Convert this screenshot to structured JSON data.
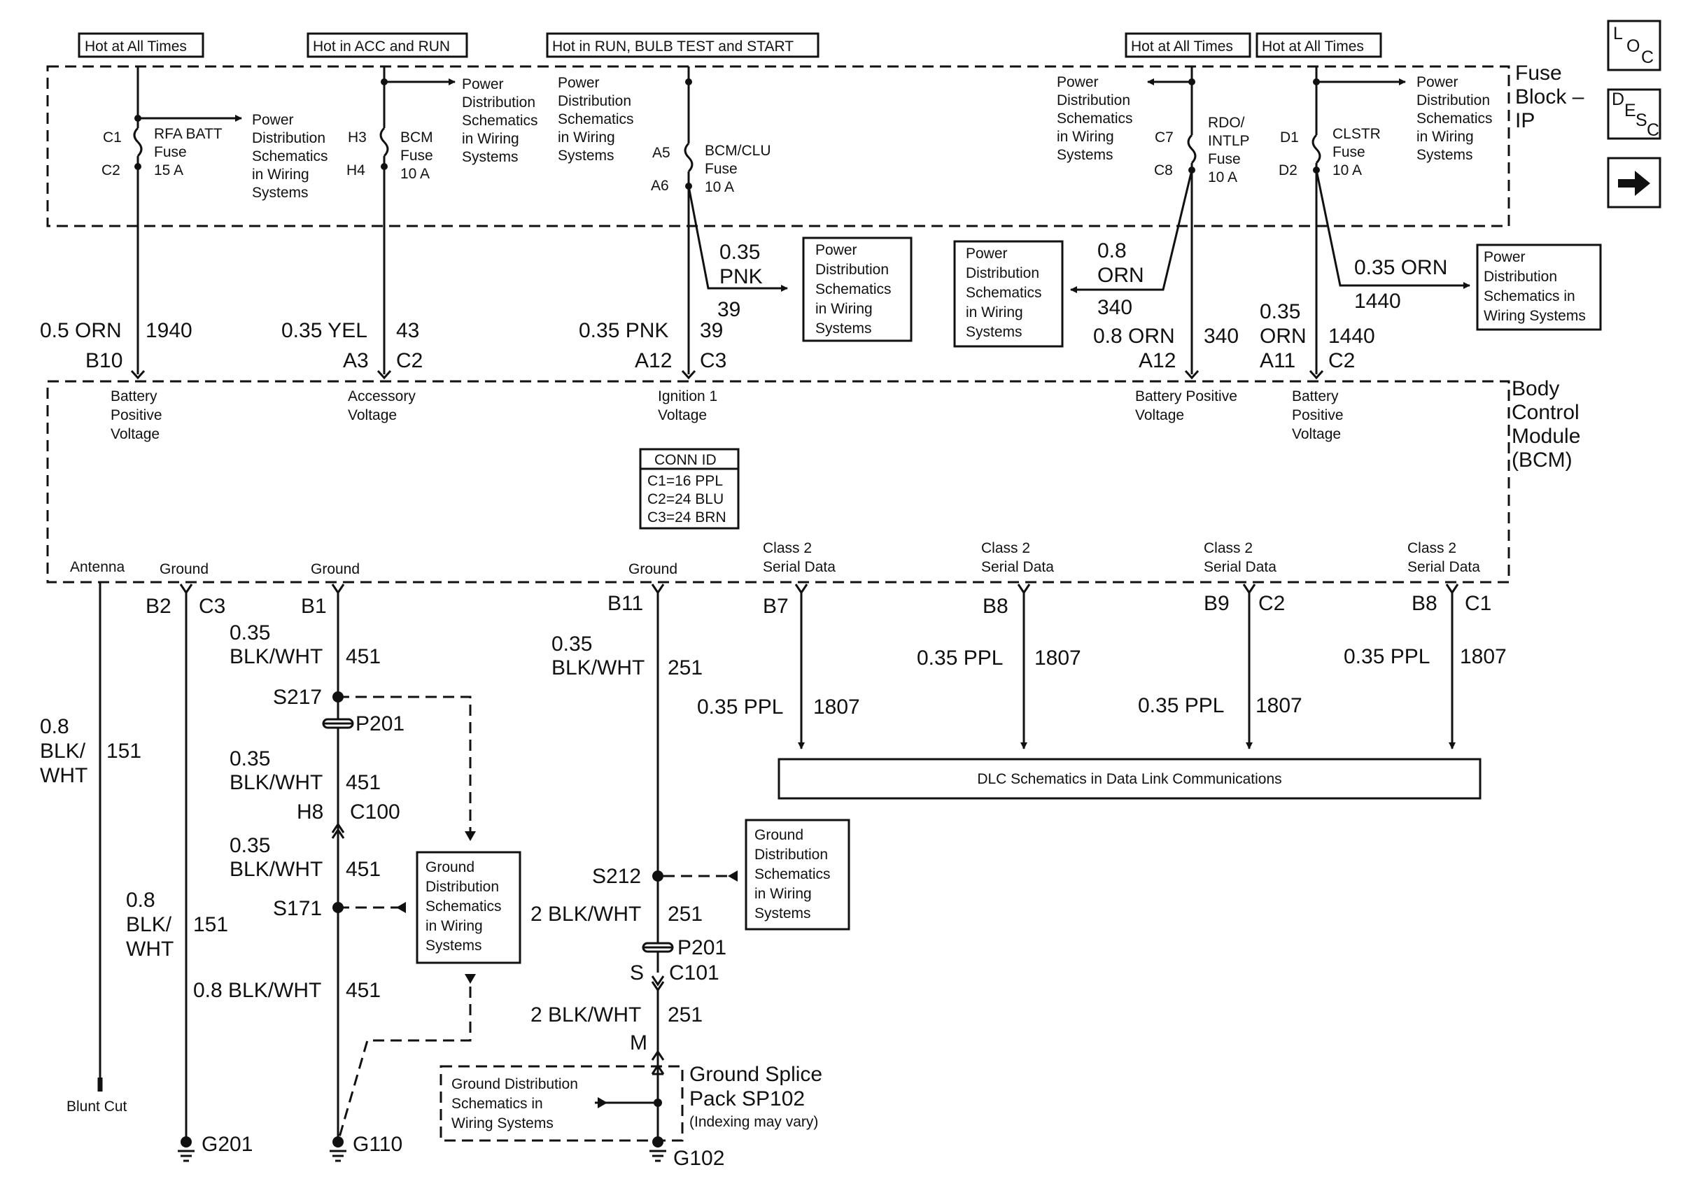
{
  "hot_labels": [
    "Hot at All Times",
    "Hot in ACC and RUN",
    "Hot in RUN, BULB TEST and START",
    "Hot at All Times",
    "Hot at All Times"
  ],
  "fuse_block_label": [
    "Fuse",
    "Block –",
    "IP"
  ],
  "bcm_label": [
    "Body",
    "Control",
    "Module",
    "(BCM)"
  ],
  "side_icons": {
    "loc": [
      "L",
      "O",
      "C"
    ],
    "desc": [
      "D",
      "E",
      "S",
      "C"
    ],
    "arrow": "right-arrow-icon"
  },
  "fuses": [
    {
      "pins": [
        "C1",
        "C2"
      ],
      "name": [
        "RFA BATT",
        "Fuse",
        "15 A"
      ]
    },
    {
      "pins": [
        "H3",
        "H4"
      ],
      "name": [
        "BCM",
        "Fuse",
        "10 A"
      ]
    },
    {
      "pins": [
        "A5",
        "A6"
      ],
      "name": [
        "BCM/CLU",
        "Fuse",
        "10 A"
      ]
    },
    {
      "pins": [
        "C7",
        "C8"
      ],
      "name": [
        "RDO/",
        "INTLP",
        "Fuse",
        "10 A"
      ]
    },
    {
      "pins": [
        "D1",
        "D2"
      ],
      "name": [
        "CLSTR",
        "Fuse",
        "10 A"
      ]
    }
  ],
  "power_dist_lines": [
    "Power",
    "Distribution",
    "Schematics",
    "in Wiring",
    "Systems"
  ],
  "power_dist_box_right": [
    "Power",
    "Distribution",
    "Schematics in",
    "Wiring Systems"
  ],
  "upper_wires": [
    {
      "gauge": "0.5 ORN",
      "circuit": "1940",
      "pin": "B10",
      "conn": ""
    },
    {
      "gauge": "0.35 YEL",
      "circuit": "43",
      "pin": "A3",
      "conn": "C2"
    },
    {
      "gauge": "0.35 PNK",
      "circuit": "39",
      "pin": "A12",
      "conn": "C3"
    },
    {
      "gauge": "0.8 ORN",
      "circuit": "340",
      "pin": "A12",
      "conn": ""
    },
    {
      "gauge": [
        "0.35",
        "ORN"
      ],
      "circuit": "1440",
      "pin": "A11",
      "conn": "C2"
    }
  ],
  "branch_wires": [
    {
      "gauge": [
        "0.35",
        "PNK"
      ],
      "circuit": "39"
    },
    {
      "gauge": [
        "0.8",
        "ORN"
      ],
      "circuit": "340"
    },
    {
      "gauge": "0.35 ORN",
      "circuit": "1440"
    }
  ],
  "bcm_inputs": [
    [
      "Battery",
      "Positive",
      "Voltage"
    ],
    [
      "Accessory",
      "Voltage"
    ],
    [
      "Ignition 1",
      "Voltage"
    ],
    [
      "Battery Positive",
      "Voltage"
    ],
    [
      "Battery",
      "Positive",
      "Voltage"
    ]
  ],
  "conn_id": {
    "title": "CONN ID",
    "rows": [
      "C1=16 PPL",
      "C2=24 BLU",
      "C3=24 BRN"
    ]
  },
  "bcm_outputs": [
    "Antenna",
    "Ground",
    "Ground",
    "Ground",
    [
      "Class 2",
      "Serial Data"
    ],
    [
      "Class 2",
      "Serial Data"
    ],
    [
      "Class 2",
      "Serial Data"
    ],
    [
      "Class 2",
      "Serial Data"
    ]
  ],
  "lower_pins": {
    "antenna": "",
    "g201": {
      "pin": "B2",
      "conn": "C3"
    },
    "g110": {
      "pin": "B1"
    },
    "g102": {
      "pin": "B11"
    },
    "data1": {
      "pin": "B7"
    },
    "data2": {
      "pin": "B8"
    },
    "data3": {
      "pin": "B9",
      "conn": "C2"
    },
    "data4": {
      "pin": "B8",
      "conn": "C1"
    }
  },
  "antenna_wire": {
    "gauge": [
      "0.8",
      "BLK/",
      "WHT"
    ],
    "circuit": "151",
    "end": "Blunt Cut"
  },
  "g201_wire": {
    "gauge": [
      "0.8",
      "BLK/",
      "WHT"
    ],
    "circuit": "151",
    "ground": "G201"
  },
  "g110_path": {
    "w1": {
      "gauge": [
        "0.35",
        "BLK/WHT"
      ],
      "circuit": "451"
    },
    "splice1": "S217",
    "inline1": "P201",
    "w2": {
      "gauge": [
        "0.35",
        "BLK/WHT"
      ],
      "circuit": "451"
    },
    "conn_pin": "H8",
    "conn": "C100",
    "w3": {
      "gauge": [
        "0.35",
        "BLK/WHT"
      ],
      "circuit": "451"
    },
    "splice2": "S171",
    "w4": {
      "gauge": "0.8 BLK/WHT",
      "circuit": "451"
    },
    "ground": "G110"
  },
  "ground_dist_box": [
    "Ground",
    "Distribution",
    "Schematics",
    "in Wiring",
    "Systems"
  ],
  "g102_path": {
    "w1": {
      "gauge": [
        "0.35",
        "BLK/WHT"
      ],
      "circuit": "251"
    },
    "splice": "S212",
    "w2": {
      "gauge": "2 BLK/WHT",
      "circuit": "251"
    },
    "inline": "P201",
    "conn_pin": "S",
    "conn": "C101",
    "w3": {
      "gauge": "2 BLK/WHT",
      "circuit": "251"
    },
    "pin_m": "M",
    "ground": "G102"
  },
  "ground_splice_pack": {
    "title": [
      "Ground Splice",
      "Pack SP102"
    ],
    "note": "(Indexing may vary)",
    "box": [
      "Ground Distribution",
      "Schematics in",
      "Wiring Systems"
    ]
  },
  "data_wires": [
    {
      "gauge": "0.35 PPL",
      "circuit": "1807"
    },
    {
      "gauge": "0.35 PPL",
      "circuit": "1807"
    },
    {
      "gauge": "0.35 PPL",
      "circuit": "1807"
    },
    {
      "gauge": "0.35 PPL",
      "circuit": "1807"
    }
  ],
  "dlc_box": "DLC Schematics in Data Link Communications"
}
